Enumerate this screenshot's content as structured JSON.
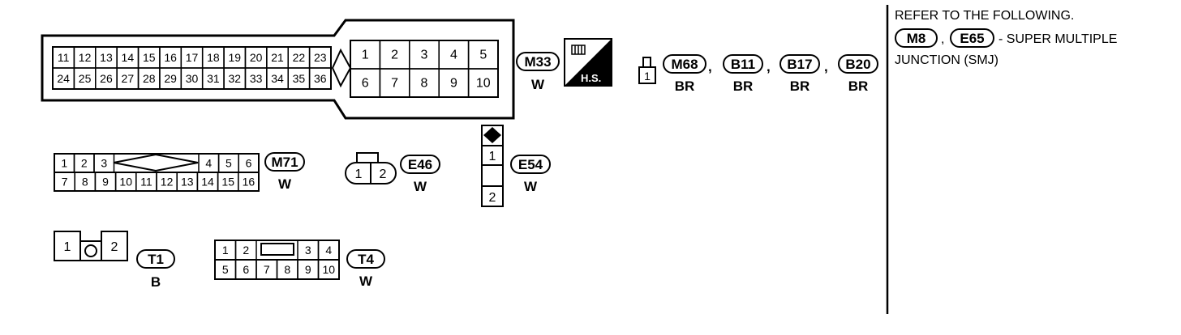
{
  "connectors": {
    "m33": {
      "id": "M33",
      "color": "W",
      "left_top_pins": [
        "11",
        "12",
        "13",
        "14",
        "15",
        "16",
        "17",
        "18",
        "19",
        "20",
        "21",
        "22",
        "23"
      ],
      "left_bottom_pins": [
        "24",
        "25",
        "26",
        "27",
        "28",
        "29",
        "30",
        "31",
        "32",
        "33",
        "34",
        "35",
        "36"
      ],
      "right_top_pins": [
        "1",
        "2",
        "3",
        "4",
        "5"
      ],
      "right_bottom_pins": [
        "6",
        "7",
        "8",
        "9",
        "10"
      ],
      "hs_label": "H.S."
    },
    "m68": {
      "id": "M68",
      "color": "BR",
      "pin": "1"
    },
    "b11": {
      "id": "B11",
      "color": "BR"
    },
    "b17": {
      "id": "B17",
      "color": "BR"
    },
    "b20": {
      "id": "B20",
      "color": "BR"
    },
    "separator": ",",
    "m71": {
      "id": "M71",
      "color": "W",
      "top_left_pins": [
        "1",
        "2",
        "3"
      ],
      "top_right_pins": [
        "4",
        "5",
        "6"
      ],
      "bottom_pins": [
        "7",
        "8",
        "9",
        "10",
        "11",
        "12",
        "13",
        "14",
        "15",
        "16"
      ]
    },
    "e46": {
      "id": "E46",
      "color": "W",
      "pins": [
        "1",
        "2"
      ]
    },
    "e54": {
      "id": "E54",
      "color": "W",
      "pins": [
        "1",
        "2"
      ]
    },
    "t1": {
      "id": "T1",
      "color": "B",
      "pins": [
        "1",
        "2"
      ]
    },
    "t4": {
      "id": "T4",
      "color": "W",
      "top_left_pins": [
        "1",
        "2"
      ],
      "top_right_pins": [
        "3",
        "4"
      ],
      "bottom_pins": [
        "5",
        "6",
        "7",
        "8",
        "9",
        "10"
      ]
    }
  },
  "note": {
    "line1": "REFER TO THE FOLLOWING.",
    "ref1": "M8",
    "ref2": "E65",
    "line2_suffix": "- SUPER MULTIPLE",
    "line3": "JUNCTION (SMJ)",
    "comma": ","
  }
}
